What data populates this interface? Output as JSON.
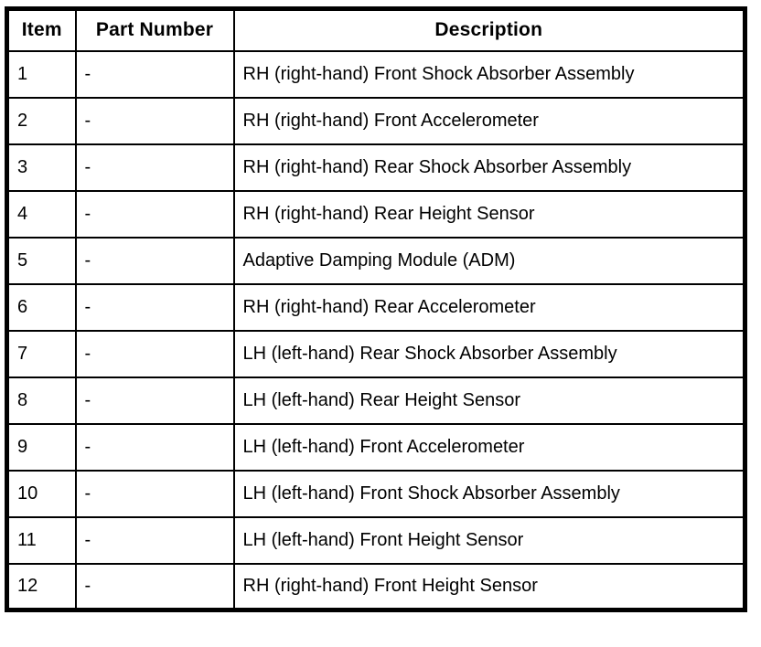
{
  "colors": {
    "border": "#000000",
    "text": "#000000",
    "background": "#ffffff"
  },
  "table": {
    "headers": {
      "item": "Item",
      "part_number": "Part Number",
      "description": "Description"
    },
    "rows": [
      {
        "item": "1",
        "part_number": "-",
        "description": "RH (right-hand) Front Shock Absorber Assembly"
      },
      {
        "item": "2",
        "part_number": "-",
        "description": "RH (right-hand) Front Accelerometer"
      },
      {
        "item": "3",
        "part_number": "-",
        "description": "RH (right-hand) Rear Shock Absorber Assembly"
      },
      {
        "item": "4",
        "part_number": "-",
        "description": "RH (right-hand) Rear Height Sensor"
      },
      {
        "item": "5",
        "part_number": "-",
        "description": "Adaptive Damping Module (ADM)"
      },
      {
        "item": "6",
        "part_number": "-",
        "description": "RH (right-hand) Rear Accelerometer"
      },
      {
        "item": "7",
        "part_number": "-",
        "description": "LH (left-hand) Rear Shock Absorber Assembly"
      },
      {
        "item": "8",
        "part_number": "-",
        "description": "LH (left-hand) Rear Height Sensor"
      },
      {
        "item": "9",
        "part_number": "-",
        "description": "LH (left-hand) Front Accelerometer"
      },
      {
        "item": "10",
        "part_number": "-",
        "description": "LH (left-hand) Front Shock Absorber Assembly"
      },
      {
        "item": "11",
        "part_number": "-",
        "description": "LH (left-hand) Front Height Sensor"
      },
      {
        "item": "12",
        "part_number": "-",
        "description": "RH (right-hand) Front Height Sensor"
      }
    ]
  }
}
